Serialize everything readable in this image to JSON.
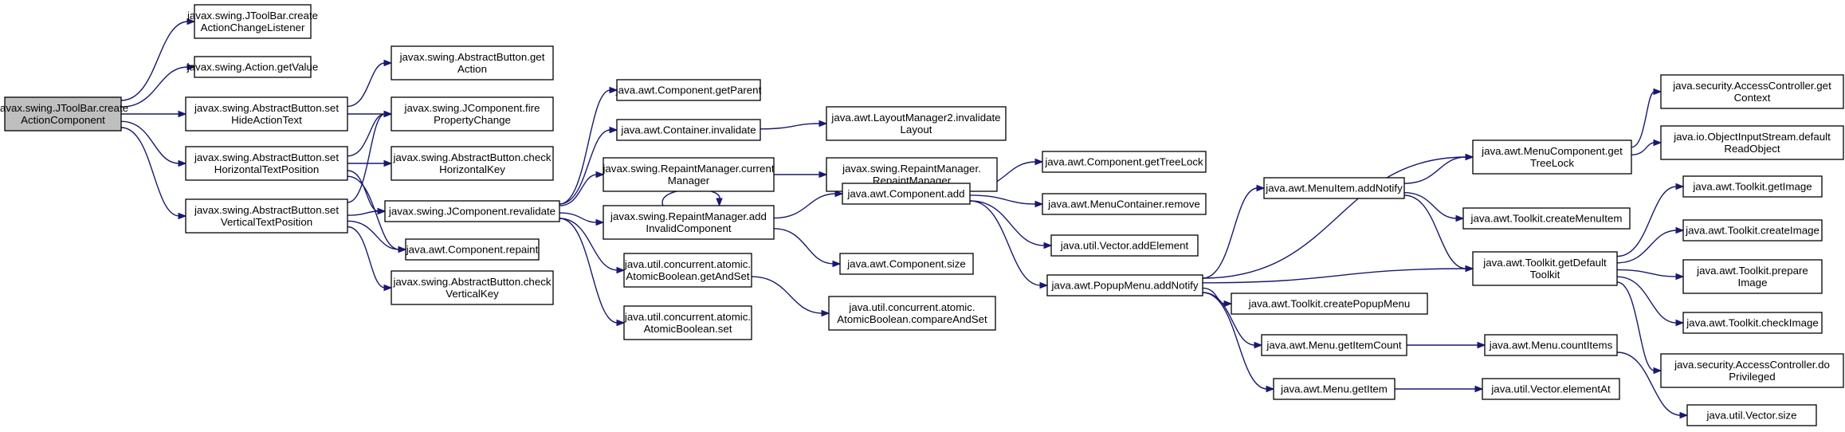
{
  "diagram": {
    "type": "call-graph",
    "root": "n0",
    "nodes": [
      {
        "id": "n0",
        "lines": [
          "javax.swing.JToolBar.create",
          "ActionComponent"
        ]
      },
      {
        "id": "n1",
        "lines": [
          "javax.swing.JToolBar.create",
          "ActionChangeListener"
        ]
      },
      {
        "id": "n2",
        "lines": [
          "javax.swing.Action.getValue"
        ]
      },
      {
        "id": "n3",
        "lines": [
          "javax.swing.AbstractButton.set",
          "HideActionText"
        ]
      },
      {
        "id": "n4",
        "lines": [
          "javax.swing.AbstractButton.set",
          "HorizontalTextPosition"
        ]
      },
      {
        "id": "n5",
        "lines": [
          "javax.swing.AbstractButton.set",
          "VerticalTextPosition"
        ]
      },
      {
        "id": "n6",
        "lines": [
          "javax.swing.AbstractButton.get",
          "Action"
        ]
      },
      {
        "id": "n7",
        "lines": [
          "javax.swing.JComponent.fire",
          "PropertyChange"
        ]
      },
      {
        "id": "n8",
        "lines": [
          "javax.swing.AbstractButton.check",
          "HorizontalKey"
        ]
      },
      {
        "id": "n9",
        "lines": [
          "javax.swing.JComponent.revalidate"
        ]
      },
      {
        "id": "n10",
        "lines": [
          "java.awt.Component.repaint"
        ]
      },
      {
        "id": "n11",
        "lines": [
          "javax.swing.AbstractButton.check",
          "VerticalKey"
        ]
      },
      {
        "id": "n12",
        "lines": [
          "java.awt.Component.getParent"
        ]
      },
      {
        "id": "n13",
        "lines": [
          "java.awt.Container.invalidate"
        ]
      },
      {
        "id": "n14",
        "lines": [
          "javax.swing.RepaintManager.current",
          "Manager"
        ]
      },
      {
        "id": "n15",
        "lines": [
          "javax.swing.RepaintManager.add",
          "InvalidComponent"
        ]
      },
      {
        "id": "n16",
        "lines": [
          "java.util.concurrent.atomic.",
          "AtomicBoolean.getAndSet"
        ]
      },
      {
        "id": "n17",
        "lines": [
          "java.util.concurrent.atomic.",
          "AtomicBoolean.set"
        ]
      },
      {
        "id": "n18",
        "lines": [
          "java.awt.LayoutManager2.invalidate",
          "Layout"
        ]
      },
      {
        "id": "n19",
        "lines": [
          "javax.swing.RepaintManager.",
          "RepaintManager"
        ]
      },
      {
        "id": "n20",
        "lines": [
          "java.awt.Component.add"
        ]
      },
      {
        "id": "n21",
        "lines": [
          "java.awt.Component.size"
        ]
      },
      {
        "id": "n22",
        "lines": [
          "java.util.concurrent.atomic.",
          "AtomicBoolean.compareAndSet"
        ]
      },
      {
        "id": "n23",
        "lines": [
          "java.awt.Component.getTreeLock"
        ]
      },
      {
        "id": "n24",
        "lines": [
          "java.awt.MenuContainer.remove"
        ]
      },
      {
        "id": "n25",
        "lines": [
          "java.util.Vector.addElement"
        ]
      },
      {
        "id": "n26",
        "lines": [
          "java.awt.PopupMenu.addNotify"
        ]
      },
      {
        "id": "n27",
        "lines": [
          "java.awt.MenuItem.addNotify"
        ]
      },
      {
        "id": "n28",
        "lines": [
          "java.awt.Toolkit.createPopupMenu"
        ]
      },
      {
        "id": "n29",
        "lines": [
          "java.awt.Menu.getItemCount"
        ]
      },
      {
        "id": "n30",
        "lines": [
          "java.awt.Menu.getItem"
        ]
      },
      {
        "id": "n31",
        "lines": [
          "java.awt.MenuComponent.get",
          "TreeLock"
        ]
      },
      {
        "id": "n32",
        "lines": [
          "java.awt.Toolkit.createMenuItem"
        ]
      },
      {
        "id": "n33",
        "lines": [
          "java.awt.Toolkit.getDefault",
          "Toolkit"
        ]
      },
      {
        "id": "n34",
        "lines": [
          "java.awt.Menu.countItems"
        ]
      },
      {
        "id": "n35",
        "lines": [
          "java.util.Vector.elementAt"
        ]
      },
      {
        "id": "n36",
        "lines": [
          "java.security.AccessController.get",
          "Context"
        ]
      },
      {
        "id": "n37",
        "lines": [
          "java.io.ObjectInputStream.default",
          "ReadObject"
        ]
      },
      {
        "id": "n38",
        "lines": [
          "java.awt.Toolkit.getImage"
        ]
      },
      {
        "id": "n39",
        "lines": [
          "java.awt.Toolkit.createImage"
        ]
      },
      {
        "id": "n40",
        "lines": [
          "java.awt.Toolkit.prepare",
          "Image"
        ]
      },
      {
        "id": "n41",
        "lines": [
          "java.awt.Toolkit.checkImage"
        ]
      },
      {
        "id": "n42",
        "lines": [
          "java.security.AccessController.do",
          "Privileged"
        ]
      },
      {
        "id": "n43",
        "lines": [
          "java.util.Vector.size"
        ]
      }
    ],
    "edges": [
      [
        "n0",
        "n1"
      ],
      [
        "n0",
        "n2"
      ],
      [
        "n0",
        "n3"
      ],
      [
        "n0",
        "n4"
      ],
      [
        "n0",
        "n5"
      ],
      [
        "n3",
        "n6"
      ],
      [
        "n3",
        "n7"
      ],
      [
        "n4",
        "n7"
      ],
      [
        "n4",
        "n8"
      ],
      [
        "n4",
        "n9"
      ],
      [
        "n4",
        "n10"
      ],
      [
        "n5",
        "n7"
      ],
      [
        "n5",
        "n9"
      ],
      [
        "n5",
        "n10"
      ],
      [
        "n5",
        "n11"
      ],
      [
        "n9",
        "n12"
      ],
      [
        "n9",
        "n13"
      ],
      [
        "n9",
        "n14"
      ],
      [
        "n9",
        "n15"
      ],
      [
        "n9",
        "n16"
      ],
      [
        "n9",
        "n17"
      ],
      [
        "n13",
        "n18"
      ],
      [
        "n14",
        "n19"
      ],
      [
        "n15",
        "n15"
      ],
      [
        "n15",
        "n20"
      ],
      [
        "n15",
        "n21"
      ],
      [
        "n16",
        "n22"
      ],
      [
        "n20",
        "n23"
      ],
      [
        "n20",
        "n24"
      ],
      [
        "n20",
        "n25"
      ],
      [
        "n20",
        "n26"
      ],
      [
        "n26",
        "n27"
      ],
      [
        "n26",
        "n28"
      ],
      [
        "n26",
        "n29"
      ],
      [
        "n26",
        "n30"
      ],
      [
        "n26",
        "n31"
      ],
      [
        "n26",
        "n33"
      ],
      [
        "n27",
        "n31"
      ],
      [
        "n27",
        "n32"
      ],
      [
        "n27",
        "n33"
      ],
      [
        "n29",
        "n34"
      ],
      [
        "n30",
        "n35"
      ],
      [
        "n31",
        "n36"
      ],
      [
        "n31",
        "n37"
      ],
      [
        "n33",
        "n38"
      ],
      [
        "n33",
        "n39"
      ],
      [
        "n33",
        "n40"
      ],
      [
        "n33",
        "n41"
      ],
      [
        "n33",
        "n42"
      ],
      [
        "n34",
        "n43"
      ]
    ]
  }
}
